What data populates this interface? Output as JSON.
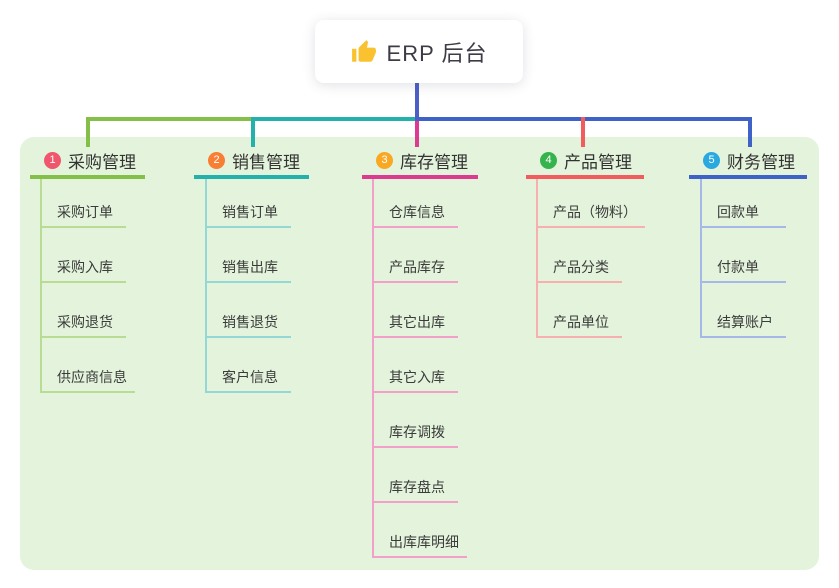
{
  "page": {
    "background": "#ffffff",
    "panel_background": "#e4f4dc"
  },
  "root": {
    "label": "ERP 后台",
    "icon": "thumbs-up-icon",
    "icon_color": "#f9c22e",
    "drop_line_color": "#4c5fc9"
  },
  "branches": [
    {
      "index": "1",
      "label": "采购管理",
      "badge_color": "#f0566c",
      "line_color": "#84bf47",
      "light_line_color": "#b9dc95",
      "children": [
        "采购订单",
        "采购入库",
        "采购退货",
        "供应商信息"
      ]
    },
    {
      "index": "2",
      "label": "销售管理",
      "badge_color": "#f87e34",
      "line_color": "#25b1ab",
      "light_line_color": "#93d8d4",
      "children": [
        "销售订单",
        "销售出库",
        "销售退货",
        "客户信息"
      ]
    },
    {
      "index": "3",
      "label": "库存管理",
      "badge_color": "#f9a824",
      "line_color": "#dc3c90",
      "light_line_color": "#f2a0ca",
      "children": [
        "仓库信息",
        "产品库存",
        "其它出库",
        "其它入库",
        "库存调拨",
        "库存盘点",
        "出库库明细"
      ]
    },
    {
      "index": "4",
      "label": "产品管理",
      "badge_color": "#35b44d",
      "line_color": "#f25c5c",
      "light_line_color": "#f8afaf",
      "children": [
        "产品（物料）",
        "产品分类",
        "产品单位"
      ]
    },
    {
      "index": "5",
      "label": "财务管理",
      "badge_color": "#2aa9e0",
      "line_color": "#3f62c8",
      "light_line_color": "#a5b8e8",
      "children": [
        "回款单",
        "付款单",
        "结算账户"
      ]
    }
  ]
}
